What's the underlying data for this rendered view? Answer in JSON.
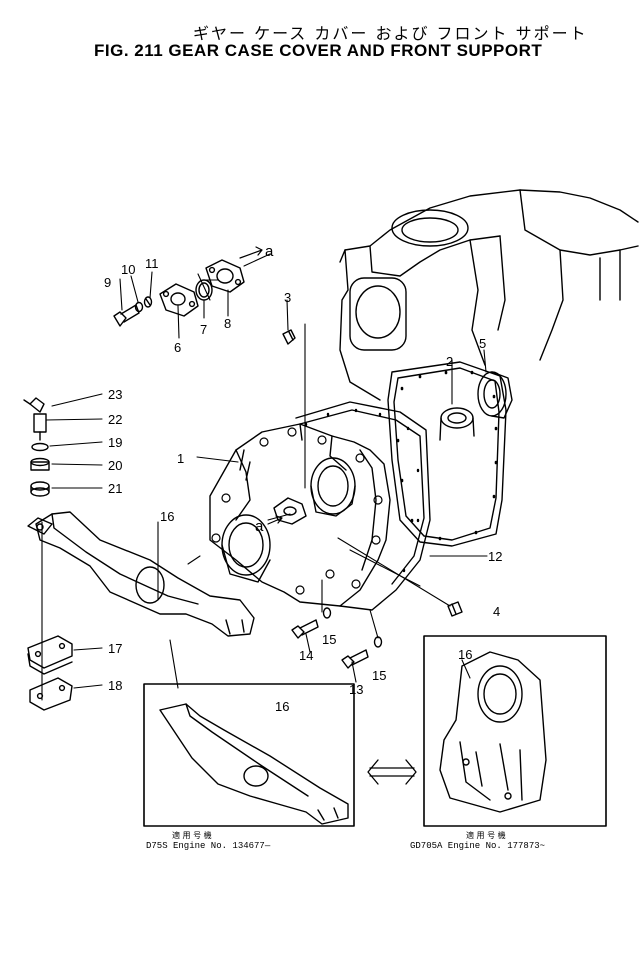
{
  "figure": {
    "title_jp": "ギヤー ケース カバー および フロント サポート",
    "title_en": "FIG. 211  GEAR CASE COVER AND FRONT SUPPORT"
  },
  "callouts": {
    "c1": "1",
    "c2": "2",
    "c3": "3",
    "c4": "4",
    "c5": "5",
    "c6": "6",
    "c7": "7",
    "c8": "8",
    "c9": "9",
    "c10": "10",
    "c11": "11",
    "c12": "12",
    "c13": "13",
    "c14": "14",
    "c15a": "15",
    "c15b": "15",
    "c16a": "16",
    "c16b": "16",
    "c16c": "16",
    "c17": "17",
    "c18": "18",
    "c19": "19",
    "c20": "20",
    "c21": "21",
    "c22": "22",
    "c23": "23",
    "a_top": "a",
    "a_mid": "a"
  },
  "inset_left": {
    "applicability_jp": "適 用 号 機",
    "engine_note": "D75S  Engine No. 134677—"
  },
  "inset_right": {
    "applicability_jp": "適 用 号 機",
    "engine_note": "GD705A  Engine No. 177873~"
  }
}
